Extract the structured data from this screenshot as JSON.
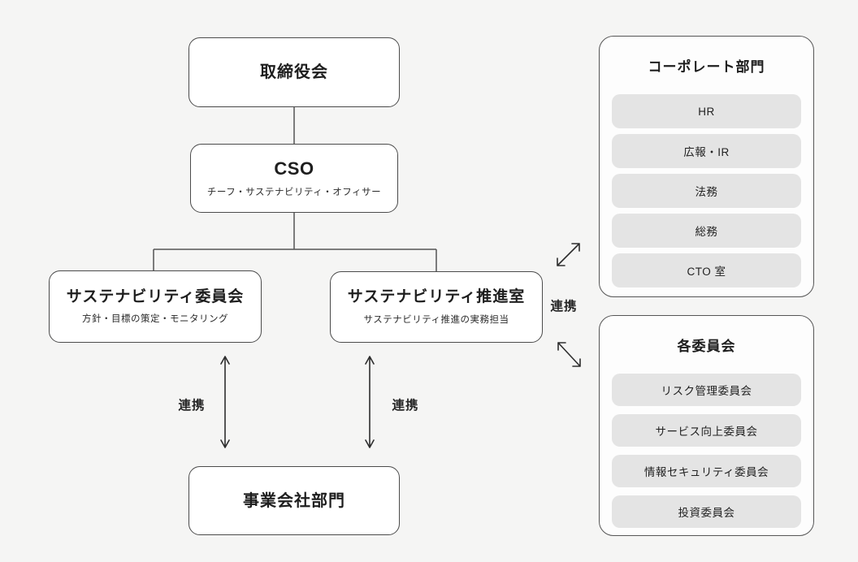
{
  "diagram": {
    "nodes": {
      "board": {
        "title": "取締役会"
      },
      "cso": {
        "title": "CSO",
        "subtitle": "チーフ・サステナビリティ・オフィサー"
      },
      "sustainability_committee": {
        "title": "サステナビリティ委員会",
        "subtitle": "方針・目標の策定・モニタリング"
      },
      "sustainability_office": {
        "title": "サステナビリティ推進室",
        "subtitle": "サステナビリティ推進の実務担当"
      },
      "business_division": {
        "title": "事業会社部門"
      }
    },
    "edge_labels": {
      "office_to_side_panels": "連携",
      "committee_to_business": "連携",
      "office_to_business": "連携"
    },
    "panels": [
      {
        "title": "コーポレート部門",
        "items": [
          "HR",
          "広報・IR",
          "法務",
          "総務",
          "CTO 室"
        ]
      },
      {
        "title": "各委員会",
        "items": [
          "リスク管理委員会",
          "サービス向上委員会",
          "情報セキュリティ委員会",
          "投資委員会"
        ]
      }
    ],
    "colors": {
      "background": "#f5f5f4",
      "node_fill": "#ffffff",
      "node_border": "#4b4b4b",
      "panel_fill": "#fdfdfd",
      "pill_fill": "#e4e4e4",
      "text": "#1e1e1e",
      "connector": "#555555",
      "arrow": "#2e2e2e"
    }
  }
}
